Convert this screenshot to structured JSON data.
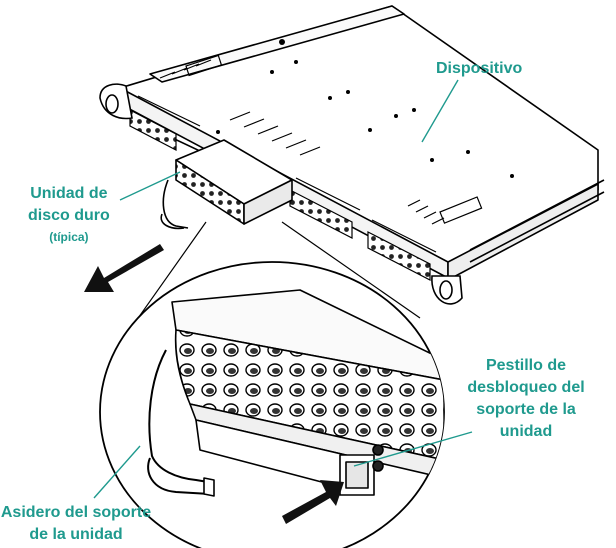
{
  "labels": {
    "device": "Dispositivo",
    "hdd_line1": "Unidad de",
    "hdd_line2": "disco duro",
    "hdd_line3": "(típica)",
    "latch_line1": "Pestillo de",
    "latch_line2": "desbloqueo del",
    "latch_line3": "soporte de la",
    "latch_line4": "unidad",
    "handle_line1": "Asidero del soporte",
    "handle_line2": "de la unidad"
  },
  "colors": {
    "label": "#1f9a8e",
    "leader": "#1f9a8e",
    "line_art": "#000000",
    "arrow": "#111111"
  }
}
